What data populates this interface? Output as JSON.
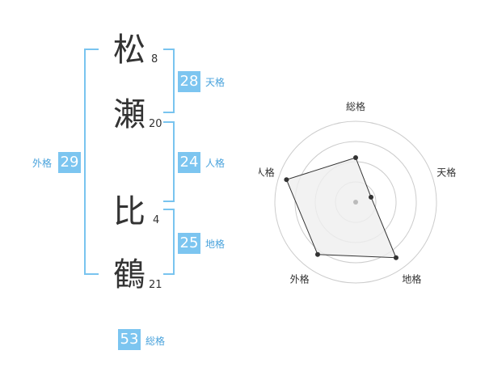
{
  "name": {
    "chars": [
      {
        "char": "松",
        "strokes": "8"
      },
      {
        "char": "瀬",
        "strokes": "20"
      },
      {
        "char": "比",
        "strokes": "4"
      },
      {
        "char": "鶴",
        "strokes": "21"
      }
    ]
  },
  "scores": {
    "tenkaku": {
      "label": "天格",
      "value": "28"
    },
    "jinkaku": {
      "label": "人格",
      "value": "24"
    },
    "chikaku": {
      "label": "地格",
      "value": "25"
    },
    "gaikaku": {
      "label": "外格",
      "value": "29"
    },
    "soukaku": {
      "label": "総格",
      "value": "53"
    }
  },
  "chart_data": {
    "type": "radar",
    "axes": [
      "総格",
      "天格",
      "地格",
      "外格",
      "人格"
    ],
    "values": [
      0.55,
      0.2,
      0.85,
      0.8,
      0.9
    ],
    "range": [
      0,
      1
    ],
    "rings": 4,
    "colors": {
      "fill": "#efefef",
      "line": "#333333",
      "ring": "#cccccc",
      "center": "#bbbbbb"
    }
  }
}
